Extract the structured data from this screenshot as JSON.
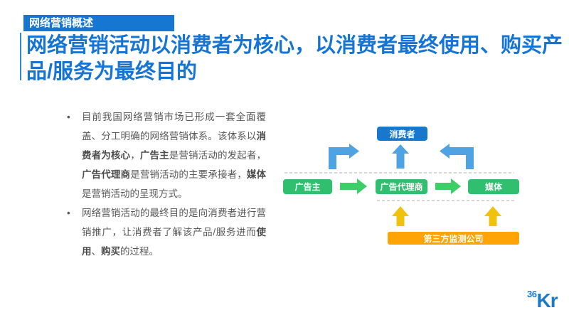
{
  "slide": {
    "badge": "网络营销概述",
    "title_lines": [
      "网络营销活动以消费者为核心，以消费者最终使用、购买产",
      "品/服务为最终目的"
    ],
    "bullet_marker": "•",
    "bullets": [
      {
        "segments": [
          {
            "t": "目前我国网络营销市场已形成一套全面覆盖、分工明确的网络营销体系。该体系以"
          },
          {
            "t": "消费者为核心",
            "b": true
          },
          {
            "t": "，"
          },
          {
            "t": "广告主",
            "b": true
          },
          {
            "t": "是营销活动的发起者，"
          },
          {
            "t": "广告代理商",
            "b": true
          },
          {
            "t": "是营销活动的主要承接者，"
          },
          {
            "t": "媒体",
            "b": true
          },
          {
            "t": "是营销活动的呈现方式。"
          }
        ]
      },
      {
        "segments": [
          {
            "t": "网络营销活动的最终目的是向消费者进行营销推广，让消费者了解该产品/服务进而"
          },
          {
            "t": "使用",
            "b": true
          },
          {
            "t": "、"
          },
          {
            "t": "购买",
            "b": true
          },
          {
            "t": "的过程。"
          }
        ]
      }
    ],
    "diagram": {
      "consumer": "消费者",
      "advertiser": "广告主",
      "agency": "广告代理商",
      "media": "媒体",
      "monitor": "第三方监测公司"
    },
    "logo": {
      "sup": "36",
      "main": "Kr"
    },
    "colors": {
      "accent_blue": "#1577d2",
      "consumer_blue": "#1878cc",
      "arrow_blue": "#4fa3e2",
      "node_green": "#2fbf6e",
      "arrow_green": "#3dce67",
      "arrow_yellow": "#efc20c",
      "node_orange": "#ffa405",
      "body_text": "#595959",
      "dashed_line": "#cccccc"
    }
  }
}
